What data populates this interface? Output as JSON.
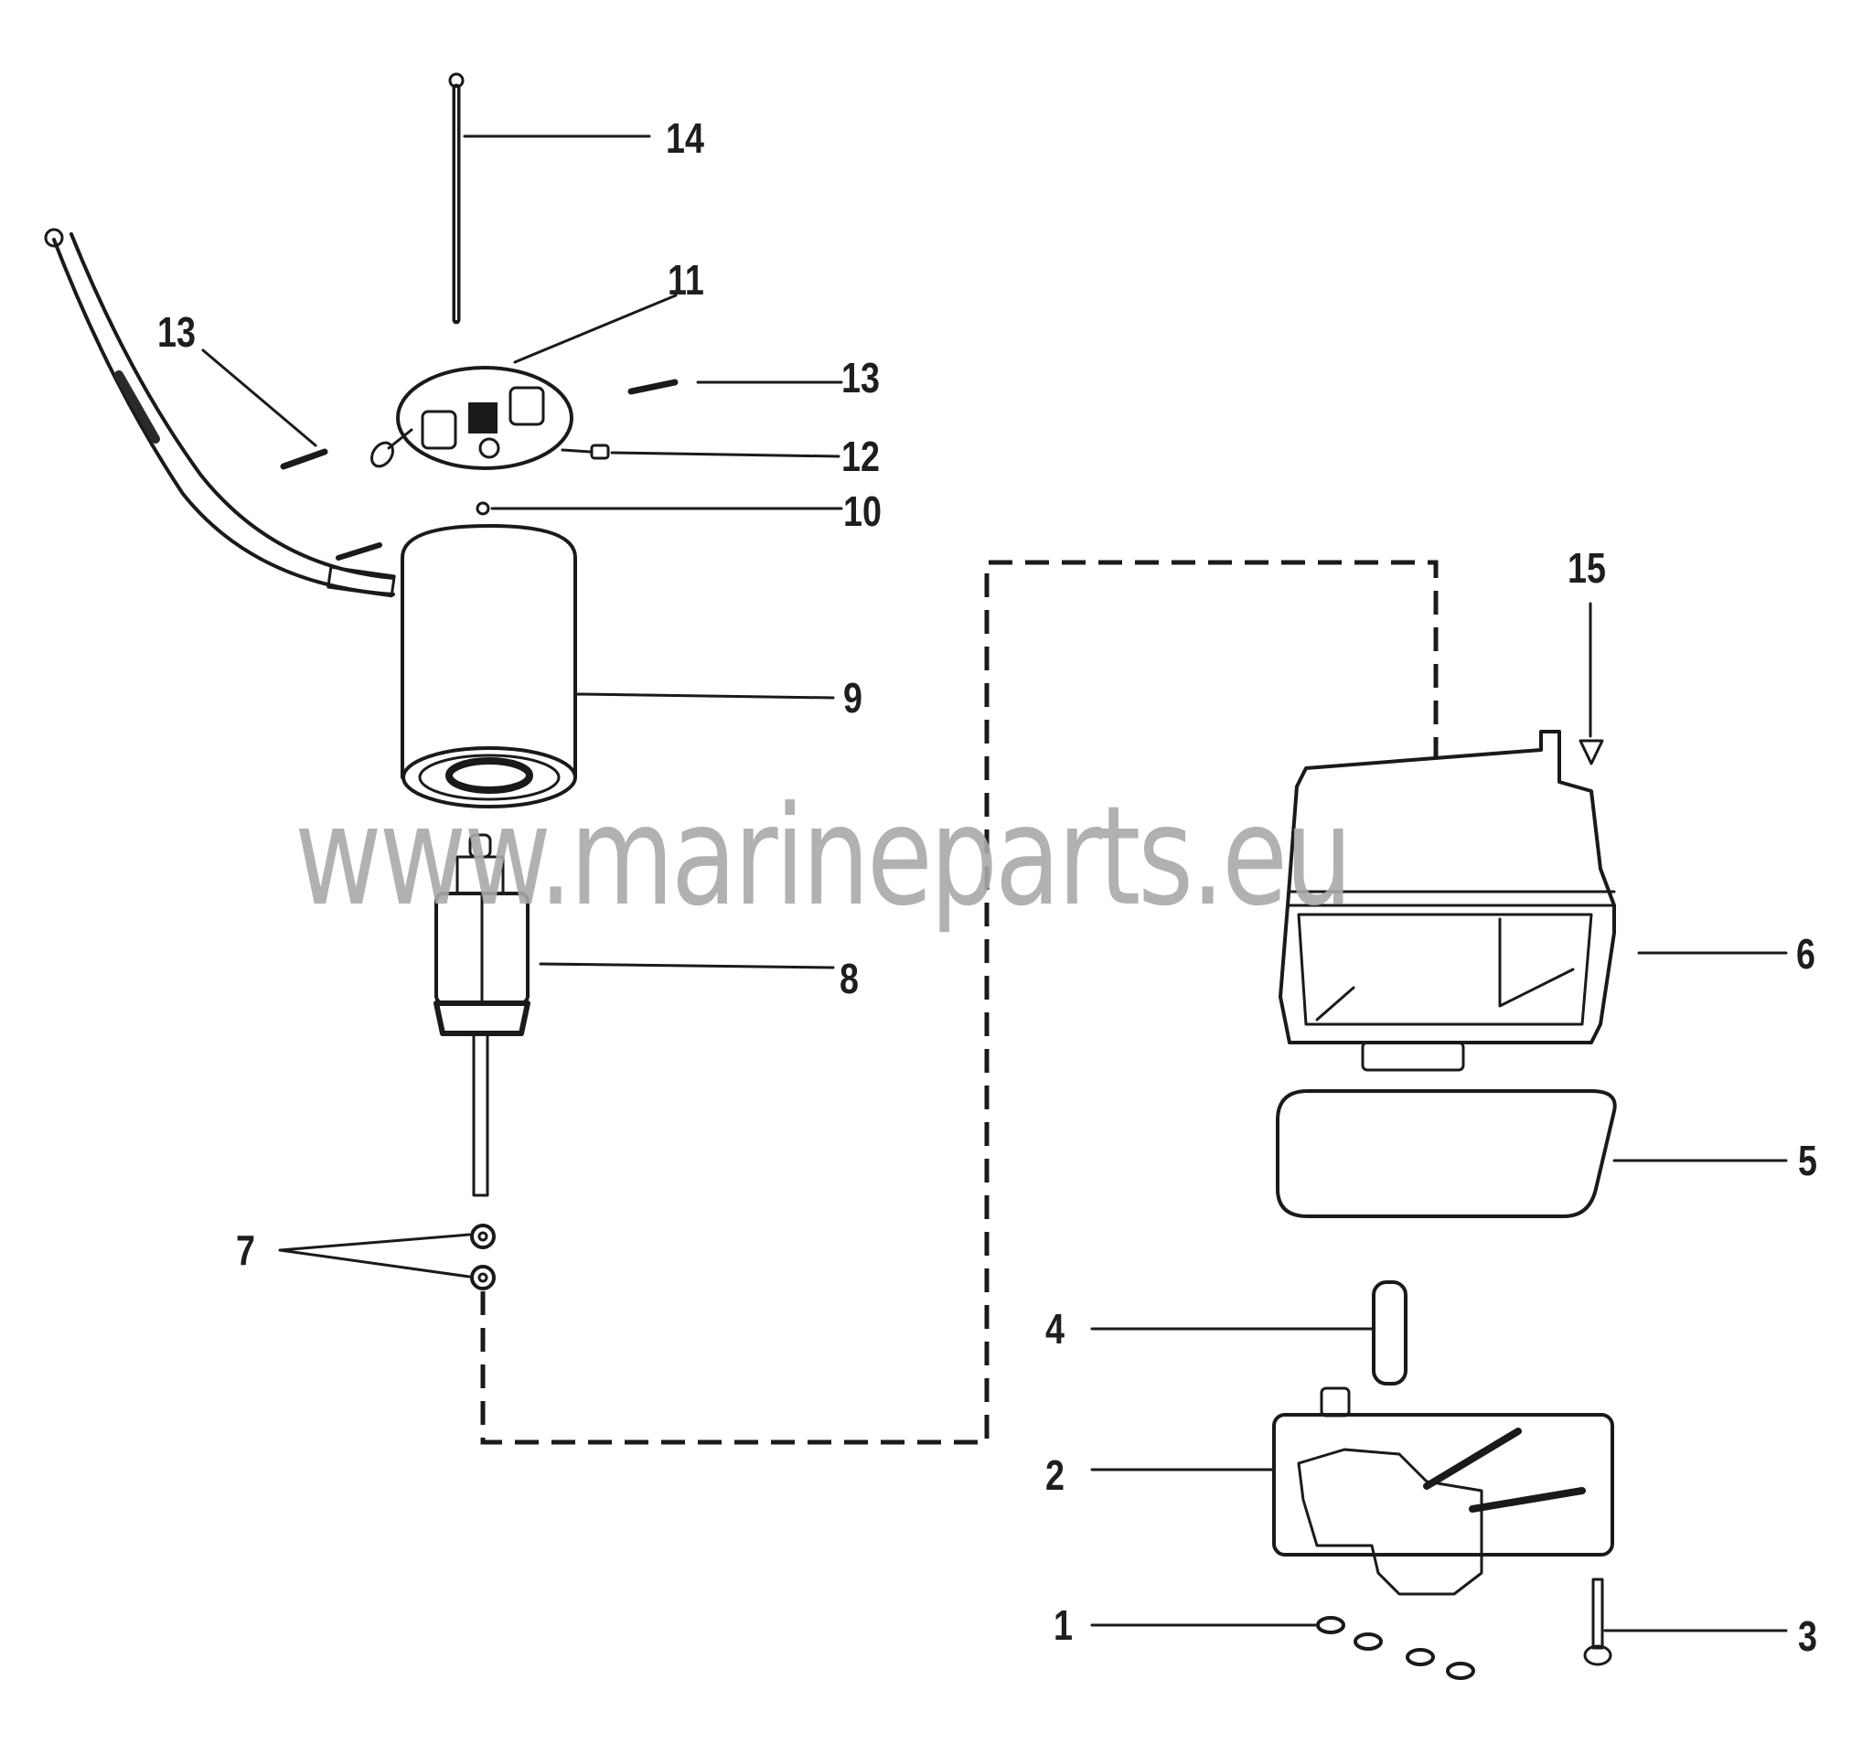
{
  "diagram": {
    "type": "exploded parts diagram",
    "line_color": "#1a1a1a",
    "background": "#ffffff"
  },
  "watermark": {
    "text": "www.marineparts.eu",
    "color": "#a9a9a9"
  },
  "callouts": [
    {
      "id": "14",
      "label": "14",
      "part": "through-bolt"
    },
    {
      "id": "11",
      "label": "11",
      "part": "end cap / brush plate"
    },
    {
      "id": "13a",
      "label": "13",
      "part": "screw (left)"
    },
    {
      "id": "13b",
      "label": "13",
      "part": "screw (right)"
    },
    {
      "id": "12",
      "label": "12",
      "part": "terminal"
    },
    {
      "id": "10",
      "label": "10",
      "part": "small ball / bearing"
    },
    {
      "id": "9",
      "label": "9",
      "part": "motor frame / housing with cable"
    },
    {
      "id": "8",
      "label": "8",
      "part": "armature"
    },
    {
      "id": "7",
      "label": "7",
      "part": "washers (2)"
    },
    {
      "id": "6",
      "label": "6",
      "part": "reservoir cover"
    },
    {
      "id": "5",
      "label": "5",
      "part": "gasket"
    },
    {
      "id": "4",
      "label": "4",
      "part": "pin"
    },
    {
      "id": "2",
      "label": "2",
      "part": "pump base / housing"
    },
    {
      "id": "1",
      "label": "1",
      "part": "O-rings (4)"
    },
    {
      "id": "3",
      "label": "3",
      "part": "bolt"
    },
    {
      "id": "15",
      "label": "15",
      "part": "fill plug"
    }
  ]
}
